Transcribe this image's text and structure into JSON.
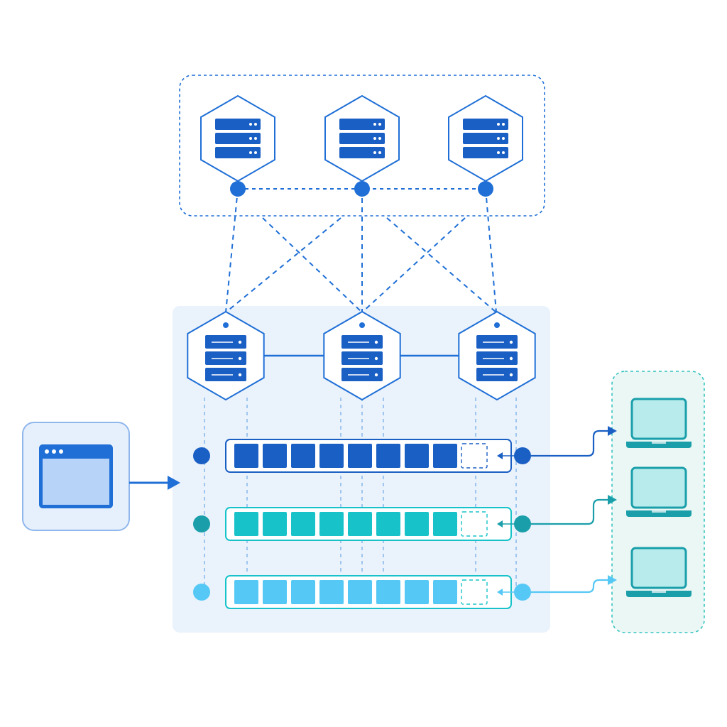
{
  "colors": {
    "background": "#ffffff",
    "primary_blue": "#1f6fd6",
    "dark_blue": "#1a5fc4",
    "teal": "#1a9faa",
    "cyan": "#17c3c9",
    "light_blue": "#55c8f5",
    "panel_fill": "#eaf2fc",
    "client_panel_fill": "#eaf7f5",
    "client_border": "#36c4c0",
    "laptop_color": "#1a9faa",
    "laptop_screen": "#b8ecec",
    "source_fill": "#e6f0fd",
    "source_border": "#8fb7ec",
    "window_content": "#b7d3f7"
  },
  "icons": {
    "top_servers": [
      "server-stack-icon",
      "server-stack-icon",
      "server-stack-icon"
    ],
    "middle_brokers": [
      "server-stack-icon",
      "server-stack-icon",
      "server-stack-icon"
    ],
    "source": "browser-window-icon",
    "clients": [
      "laptop-icon",
      "laptop-icon",
      "laptop-icon"
    ]
  },
  "queues": [
    {
      "color_key": "dark_blue",
      "filled_slots": 8,
      "total_slots": 9
    },
    {
      "color_key": "cyan",
      "filled_slots": 8,
      "total_slots": 9
    },
    {
      "color_key": "light_blue",
      "filled_slots": 8,
      "total_slots": 9
    }
  ]
}
